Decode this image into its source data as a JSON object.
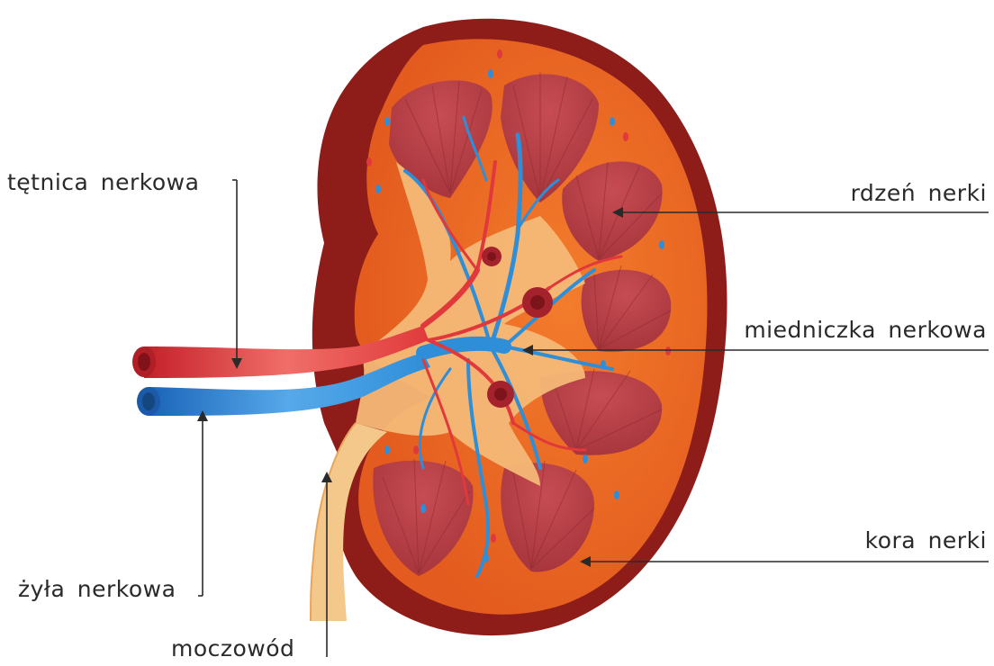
{
  "labels": {
    "renal_artery": "tętnica nerkowa",
    "renal_vein": "żyła nerkowa",
    "ureter": "moczowód",
    "medulla": "rdzeń nerki",
    "renal_pelvis": "miedniczka nerkowa",
    "cortex": "kora nerki"
  },
  "colors": {
    "capsule": "#8e1d1a",
    "cortex": "#ee6a25",
    "pyramid": "#b9434a",
    "pelvis": "#f4b877",
    "artery": "#e0383b",
    "vein": "#2f8ed8",
    "ureter": "#f3c88a",
    "leader_line": "#2a2a2a"
  }
}
